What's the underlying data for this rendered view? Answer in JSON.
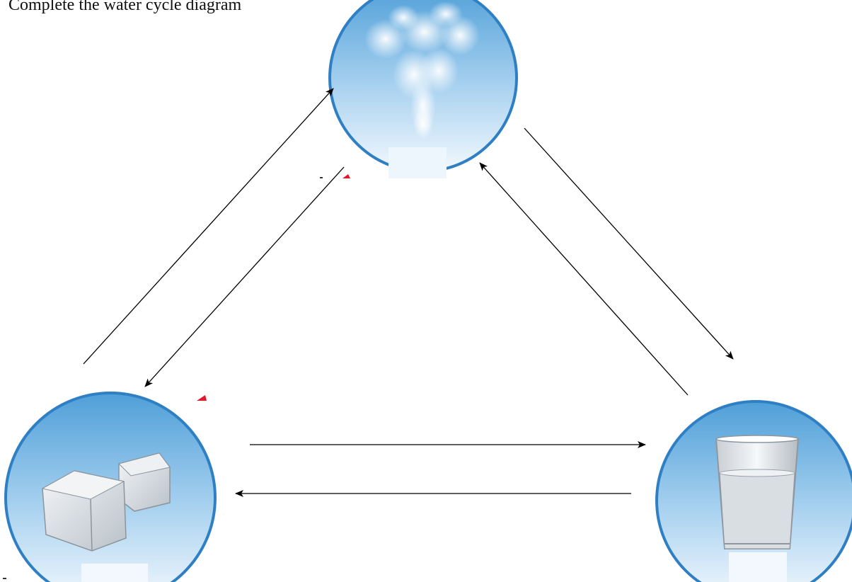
{
  "header": {
    "partial_text": "Complete the water cycle diagram"
  },
  "nodes": [
    {
      "id": "gas",
      "icon": "steam-icon",
      "label": ""
    },
    {
      "id": "solid",
      "icon": "ice-cubes-icon",
      "label": ""
    },
    {
      "id": "liquid",
      "icon": "water-glass-icon",
      "label": ""
    }
  ],
  "colors": {
    "circle_border": "#2f7fc4",
    "circle_top": "#5aa6dc",
    "circle_bottom": "#eaf4fc",
    "arrow": "#000000",
    "marks": "#e0182b"
  }
}
